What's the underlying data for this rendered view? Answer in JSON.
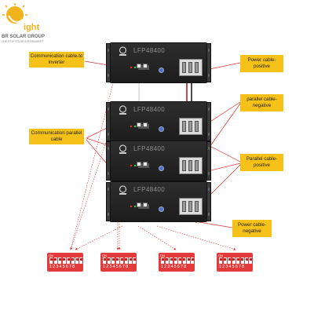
{
  "logo": {
    "name": "BR SOLAR GROUP",
    "tagline": "ONE-STOP SOLAR SUPERMARKET",
    "mark_text": "BRight"
  },
  "battery_model": "LFP48400",
  "labels": {
    "comm_inverter": "Communication cable-to inverter",
    "comm_parallel": "Communication parallel cable",
    "power_positive": "Power cable-positive",
    "parallel_negative": "parallel cable-negative",
    "parallel_positive": "Parallel cable-positive",
    "power_negative": "Power cable-negative"
  },
  "dip_switch": {
    "on_text": "ON",
    "numbers": "12345678"
  },
  "colors": {
    "label_bg": "#f6c21a",
    "arrow": "#e03030",
    "battery": "#1f1f1f",
    "dip": "#e33b3b"
  }
}
